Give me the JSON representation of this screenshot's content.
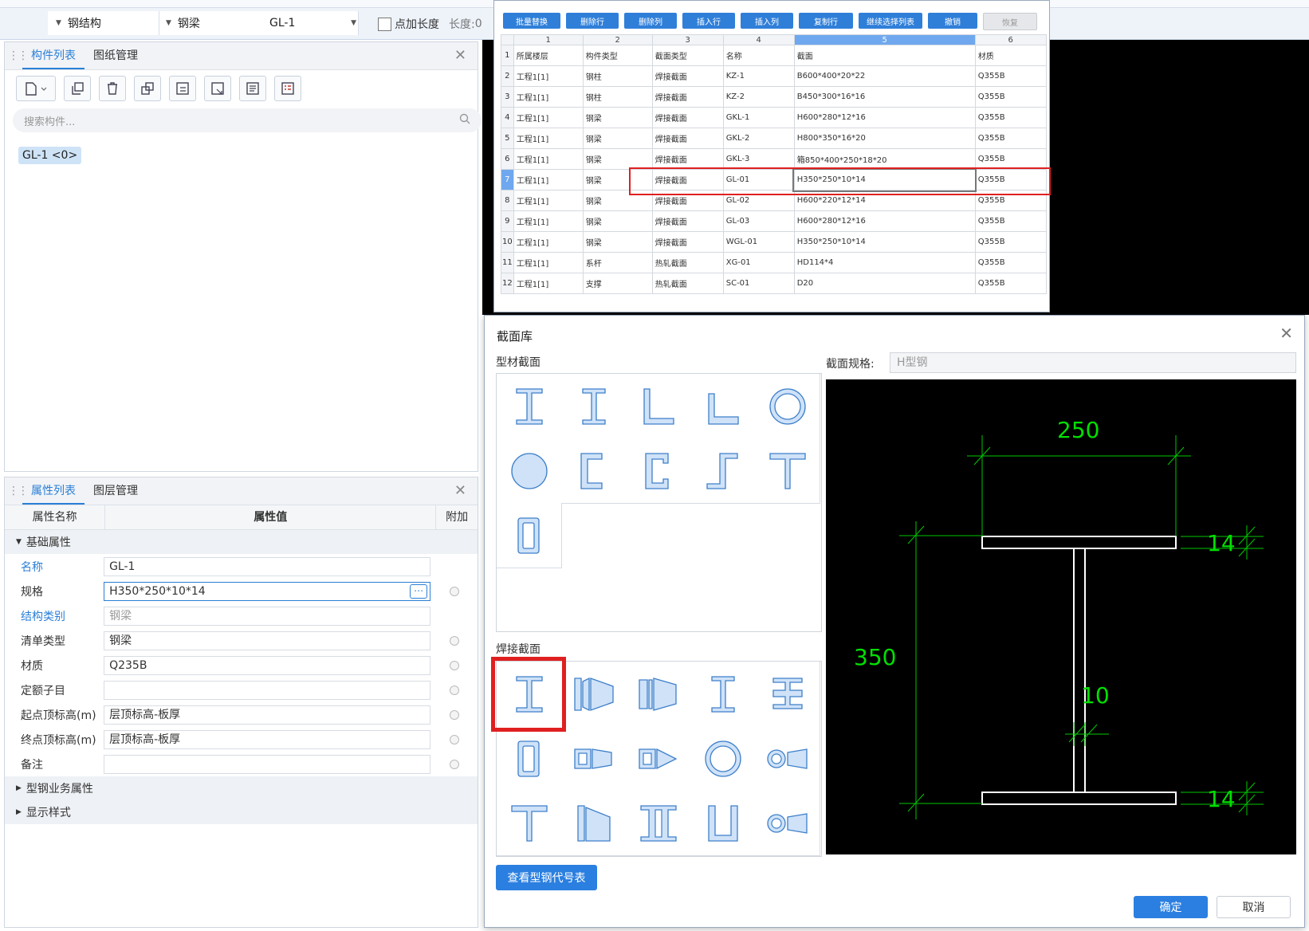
{
  "toolbar": {
    "category": "钢结构",
    "type": "钢梁",
    "member": "GL-1",
    "add_length_label": "点加长度",
    "length_label": "长度:",
    "length_value": "0"
  },
  "component_panel": {
    "tabs": [
      "构件列表",
      "图纸管理"
    ],
    "search_placeholder": "搜索构件...",
    "items": [
      "GL-1 <0>"
    ]
  },
  "property_panel": {
    "tabs": [
      "属性列表",
      "图层管理"
    ],
    "headers": [
      "属性名称",
      "属性值",
      "附加"
    ],
    "section_basic": "基础属性",
    "rows": [
      {
        "name": "名称",
        "value": "GL-1",
        "blue": true,
        "extra": false
      },
      {
        "name": "规格",
        "value": "H350*250*10*14",
        "blue": false,
        "extra": true,
        "editing": true
      },
      {
        "name": "结构类别",
        "value": "钢梁",
        "blue": true,
        "extra": false,
        "readonly": true
      },
      {
        "name": "清单类型",
        "value": "钢梁",
        "blue": false,
        "extra": true
      },
      {
        "name": "材质",
        "value": "Q235B",
        "blue": false,
        "extra": true
      },
      {
        "name": "定额子目",
        "value": "",
        "blue": false,
        "extra": true
      },
      {
        "name": "起点顶标高(m)",
        "value": "层顶标高-板厚",
        "blue": false,
        "extra": true
      },
      {
        "name": "终点顶标高(m)",
        "value": "层顶标高-板厚",
        "blue": false,
        "extra": true
      },
      {
        "name": "备注",
        "value": "",
        "blue": false,
        "extra": true
      }
    ],
    "section_steel": "型钢业务属性",
    "section_display": "显示样式"
  },
  "sheet": {
    "buttons": [
      "批量替换",
      "删除行",
      "删除列",
      "插入行",
      "插入列",
      "复制行",
      "继续选择列表",
      "撤销",
      "恢复"
    ],
    "col_numbers": [
      "1",
      "2",
      "3",
      "4",
      "5",
      "6"
    ],
    "rows": [
      [
        "所属楼层",
        "构件类型",
        "截面类型",
        "名称",
        "截面",
        "材质"
      ],
      [
        "工程1[1]",
        "钢柱",
        "焊接截面",
        "KZ-1",
        "B600*400*20*22",
        "Q355B"
      ],
      [
        "工程1[1]",
        "钢柱",
        "焊接截面",
        "KZ-2",
        "B450*300*16*16",
        "Q355B"
      ],
      [
        "工程1[1]",
        "钢梁",
        "焊接截面",
        "GKL-1",
        "H600*280*12*16",
        "Q355B"
      ],
      [
        "工程1[1]",
        "钢梁",
        "焊接截面",
        "GKL-2",
        "H800*350*16*20",
        "Q355B"
      ],
      [
        "工程1[1]",
        "钢梁",
        "焊接截面",
        "GKL-3",
        "箱850*400*250*18*20",
        "Q355B"
      ],
      [
        "工程1[1]",
        "钢梁",
        "焊接截面",
        "GL-01",
        "H350*250*10*14",
        "Q355B"
      ],
      [
        "工程1[1]",
        "钢梁",
        "焊接截面",
        "GL-02",
        "H600*220*12*14",
        "Q355B"
      ],
      [
        "工程1[1]",
        "钢梁",
        "焊接截面",
        "GL-03",
        "H600*280*12*16",
        "Q355B"
      ],
      [
        "工程1[1]",
        "钢梁",
        "焊接截面",
        "WGL-01",
        "H350*250*10*14",
        "Q355B"
      ],
      [
        "工程1[1]",
        "系杆",
        "热轧截面",
        "XG-01",
        "HD114*4",
        "Q355B"
      ],
      [
        "工程1[1]",
        "支撑",
        "热轧截面",
        "SC-01",
        "D20",
        "Q355B"
      ]
    ]
  },
  "library": {
    "title": "截面库",
    "profile_label": "型材截面",
    "welded_label": "焊接截面",
    "spec_label": "截面规格:",
    "spec_value": "H型钢",
    "dims": {
      "width": "250",
      "height": "350",
      "web": "10",
      "flange_top": "14",
      "flange_bottom": "14"
    },
    "view_codes_button": "查看型钢代号表",
    "ok_button": "确定",
    "cancel_button": "取消",
    "colors": {
      "accent": "#2b7fe0",
      "highlight": "#e02020",
      "dimension": "#00dd00",
      "icon_fill": "#cfe2f8",
      "icon_stroke": "#3d7fc9"
    }
  }
}
